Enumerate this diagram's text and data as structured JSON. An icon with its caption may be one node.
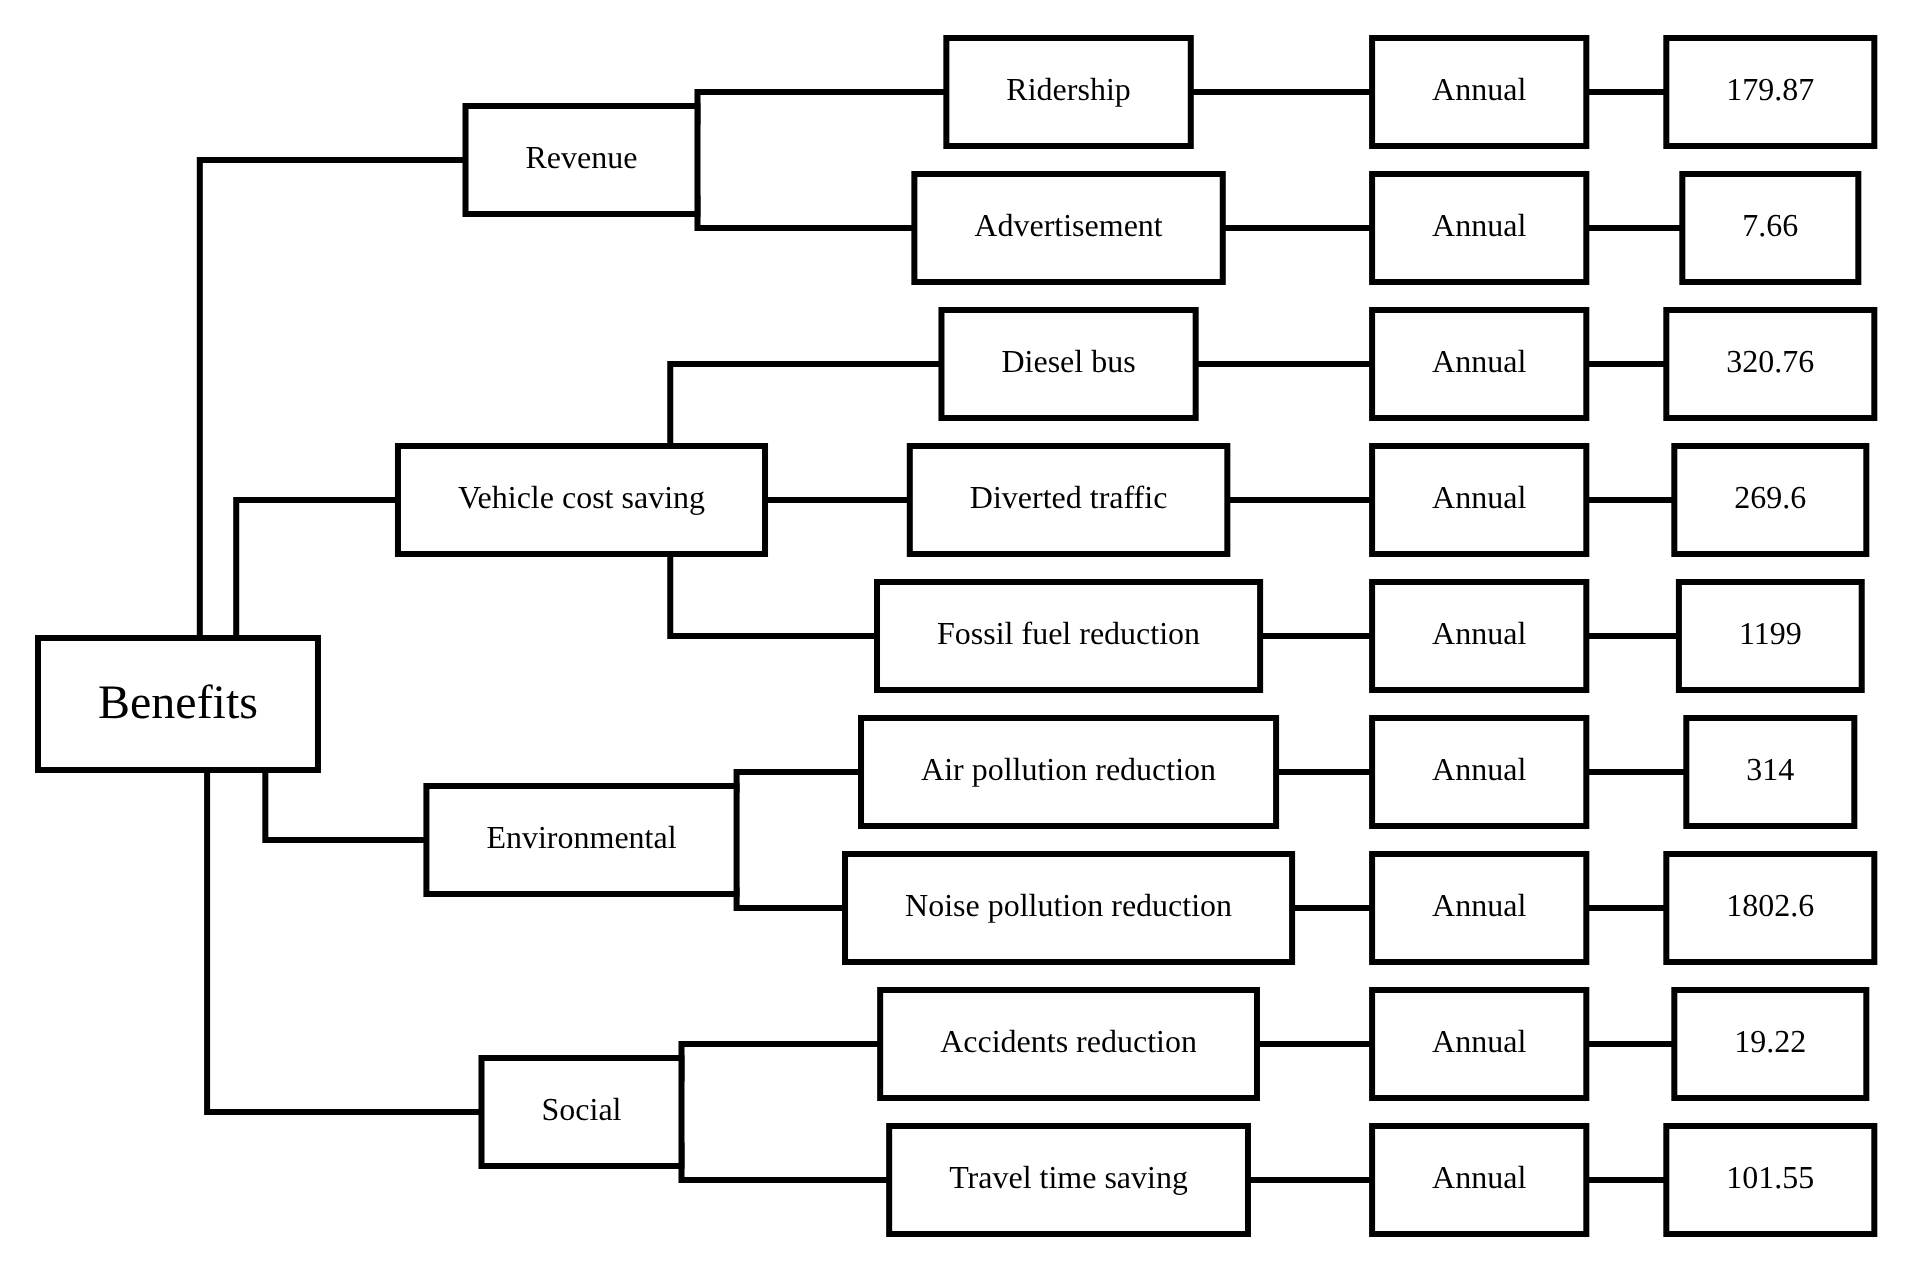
{
  "diagram": {
    "nodes": [
      {
        "text": [
          "Benefits"
        ]
      },
      {
        "text": [
          "Revenue"
        ]
      },
      {
        "text": [
          "Ridership"
        ]
      },
      {
        "text": [
          "Annual"
        ]
      },
      {
        "text": [
          "179.87"
        ]
      },
      {
        "text": [
          "Advertisement"
        ]
      },
      {
        "text": [
          "Annual"
        ]
      },
      {
        "text": [
          "7.66"
        ]
      },
      {
        "text": [
          "Vehicle cost saving"
        ]
      },
      {
        "text": [
          "Diesel bus"
        ]
      },
      {
        "text": [
          "Annual"
        ]
      },
      {
        "text": [
          "320.76"
        ]
      },
      {
        "text": [
          "Diverted traffic"
        ]
      },
      {
        "text": [
          "Annual"
        ]
      },
      {
        "text": [
          "269.6"
        ]
      },
      {
        "text": [
          "Fossil fuel reduction"
        ]
      },
      {
        "text": [
          "Annual"
        ]
      },
      {
        "text": [
          "1199"
        ]
      },
      {
        "text": [
          "Environmental"
        ]
      },
      {
        "text": [
          "Air pollution reduction"
        ]
      },
      {
        "text": [
          "Annual"
        ]
      },
      {
        "text": [
          "314"
        ]
      },
      {
        "text": [
          "Noise pollution reduction"
        ]
      },
      {
        "text": [
          "Annual"
        ]
      },
      {
        "text": [
          "1802.6"
        ]
      },
      {
        "text": [
          "Social"
        ]
      },
      {
        "text": [
          "Accidents reduction"
        ]
      },
      {
        "text": [
          "Annual"
        ]
      },
      {
        "text": [
          "19.22"
        ]
      },
      {
        "text": [
          "Travel time saving"
        ]
      },
      {
        "text": [
          "Annual"
        ]
      },
      {
        "text": [
          "101.55"
        ]
      }
    ],
    "edges": [
      {
        "from": 0,
        "to": 1,
        "arrow": "none"
      },
      {
        "from": 0,
        "to": 8,
        "arrow": "none"
      },
      {
        "from": 0,
        "to": 18,
        "arrow": "none"
      },
      {
        "from": 0,
        "to": 25,
        "arrow": "none"
      },
      {
        "from": 1,
        "to": 2,
        "arrow": "none"
      },
      {
        "from": 1,
        "to": 5,
        "arrow": "none"
      },
      {
        "from": 8,
        "to": 9,
        "arrow": "none"
      },
      {
        "from": 8,
        "to": 12,
        "arrow": "none"
      },
      {
        "from": 8,
        "to": 15,
        "arrow": "none"
      },
      {
        "from": 18,
        "to": 19,
        "arrow": "none"
      },
      {
        "from": 18,
        "to": 22,
        "arrow": "none"
      },
      {
        "from": 25,
        "to": 26,
        "arrow": "none"
      },
      {
        "from": 25,
        "to": 29,
        "arrow": "none"
      },
      {
        "from": 2,
        "to": 3,
        "arrow": "none"
      },
      {
        "from": 3,
        "to": 4,
        "arrow": "none"
      },
      {
        "from": 5,
        "to": 6,
        "arrow": "none"
      },
      {
        "from": 6,
        "to": 7,
        "arrow": "none"
      },
      {
        "from": 9,
        "to": 10,
        "arrow": "none"
      },
      {
        "from": 10,
        "to": 11,
        "arrow": "none"
      },
      {
        "from": 12,
        "to": 13,
        "arrow": "none"
      },
      {
        "from": 13,
        "to": 14,
        "arrow": "none"
      },
      {
        "from": 15,
        "to": 16,
        "arrow": "none"
      },
      {
        "from": 16,
        "to": 17,
        "arrow": "none"
      },
      {
        "from": 19,
        "to": 20,
        "arrow": "none"
      },
      {
        "from": 20,
        "to": 21,
        "arrow": "none"
      },
      {
        "from": 22,
        "to": 23,
        "arrow": "none"
      },
      {
        "from": 23,
        "to": 24,
        "arrow": "none"
      },
      {
        "from": 26,
        "to": 27,
        "arrow": "none"
      },
      {
        "from": 27,
        "to": 28,
        "arrow": "none"
      },
      {
        "from": 29,
        "to": 30,
        "arrow": "none"
      },
      {
        "from": 30,
        "to": 31,
        "arrow": "none"
      }
    ]
  }
}
